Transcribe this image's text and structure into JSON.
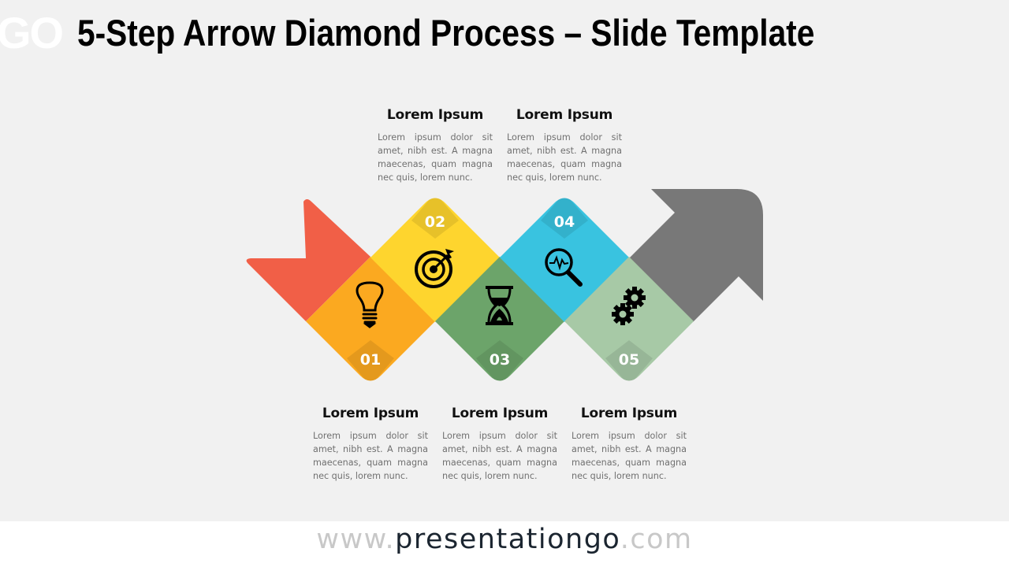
{
  "header": {
    "logo_fragment": "GO",
    "title": "5-Step Arrow Diamond Process – Slide Template"
  },
  "colors": {
    "background": "#f1f1f1",
    "tail": "#f15f47",
    "step1": "#fba920",
    "step2": "#fed52e",
    "step3": "#6ca46a",
    "step4": "#39c3e0",
    "step5": "#a7c9a6",
    "arrow_head": "#787878"
  },
  "steps": [
    {
      "number": "01",
      "icon": "lightbulb-icon",
      "title": "Lorem Ipsum",
      "text": "Lorem ipsum dolor sit amet, nibh est. A magna maecenas, quam magna nec quis, lorem nunc."
    },
    {
      "number": "02",
      "icon": "target-icon",
      "title": "Lorem Ipsum",
      "text": "Lorem ipsum dolor sit amet, nibh est. A magna maecenas, quam magna nec quis, lorem nunc."
    },
    {
      "number": "03",
      "icon": "hourglass-icon",
      "title": "Lorem Ipsum",
      "text": "Lorem ipsum dolor sit amet, nibh est. A magna maecenas, quam magna nec quis, lorem nunc."
    },
    {
      "number": "04",
      "icon": "magnifier-pulse-icon",
      "title": "Lorem Ipsum",
      "text": "Lorem ipsum dolor sit amet, nibh est. A magna maecenas, quam magna nec quis, lorem nunc."
    },
    {
      "number": "05",
      "icon": "gears-icon",
      "title": "Lorem Ipsum",
      "text": "Lorem ipsum dolor sit amet, nibh est. A magna maecenas, quam magna nec quis, lorem nunc."
    }
  ],
  "footer": {
    "prefix": "www.",
    "brand": "presentationgo",
    "suffix": ".com"
  }
}
